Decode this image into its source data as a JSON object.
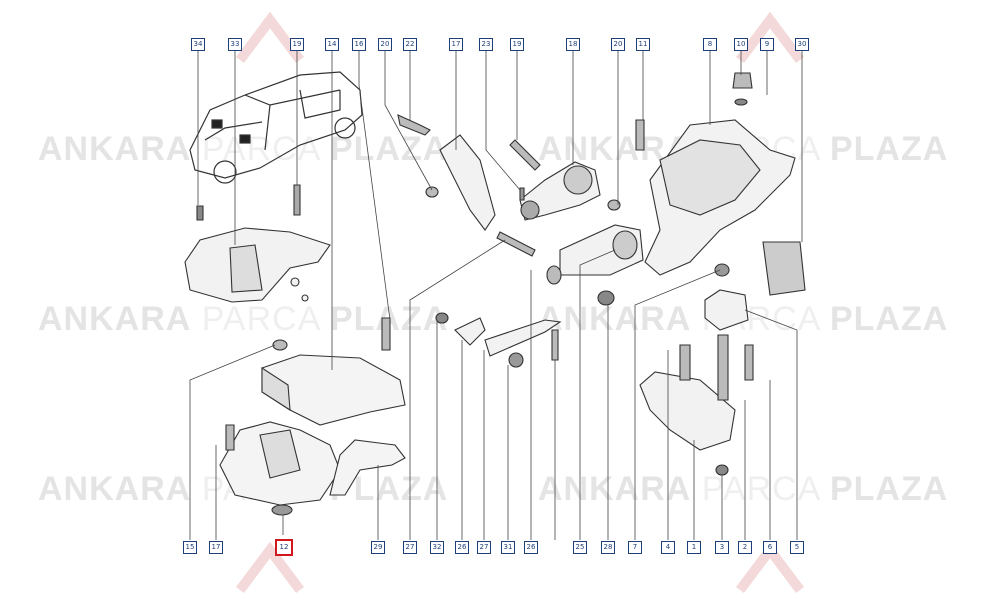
{
  "watermark": {
    "part1": "ANKARA",
    "part2": "PARCA",
    "part3": "PLAZA"
  },
  "labels_top": [
    "34",
    "33",
    "19",
    "14",
    "16",
    "20",
    "22",
    "17",
    "23",
    "19",
    "18",
    "20",
    "11",
    "8",
    "10",
    "9",
    "30"
  ],
  "labels_bottom": [
    "15",
    "17",
    "12",
    "29",
    "27",
    "32",
    "26",
    "27",
    "31",
    "26",
    "25",
    "28",
    "7",
    "4",
    "1",
    "3",
    "2",
    "6",
    "5"
  ],
  "selected_label": "12",
  "colors": {
    "callout_border": "#1f3f7a",
    "selected_border": "#d0181e",
    "line": "#444444",
    "watermark": "#e6e6e6"
  }
}
